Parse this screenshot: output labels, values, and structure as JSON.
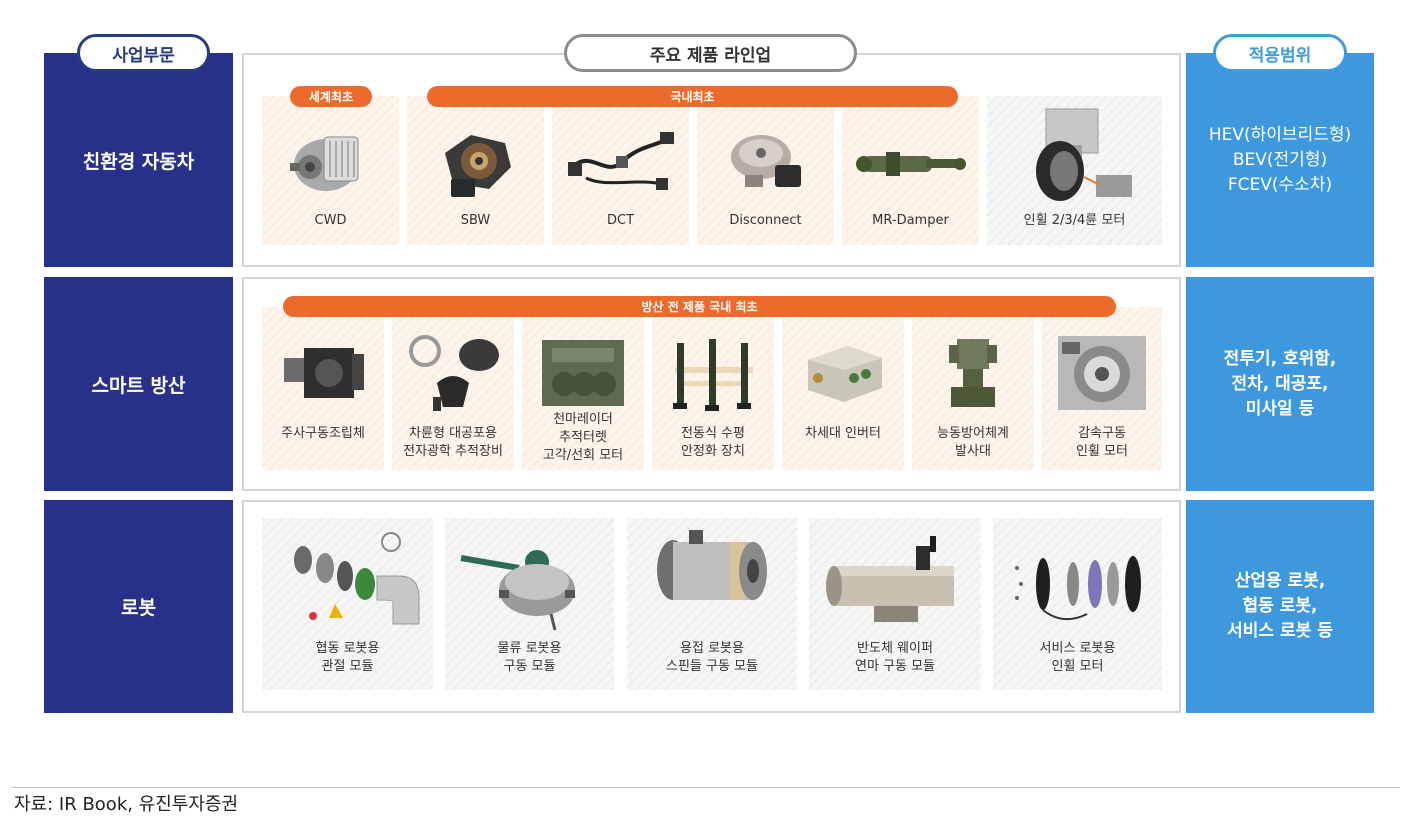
{
  "headers": {
    "division": "사업부문",
    "product_lineup": "주요 제품 라인업",
    "application": "적용범위"
  },
  "rows": [
    {
      "category": "친환경 자동차",
      "badges": [
        "세계최초",
        "국내최초"
      ],
      "products": [
        {
          "label": "CWD",
          "icon": "cwd-gearbox-icon"
        },
        {
          "label": "SBW",
          "icon": "sbw-actuator-icon"
        },
        {
          "label": "DCT",
          "icon": "dct-harness-icon"
        },
        {
          "label": "Disconnect",
          "icon": "disconnect-actuator-icon"
        },
        {
          "label": "MR-Damper",
          "icon": "mr-damper-icon"
        },
        {
          "label": "인휠 2/3/4륜 모터",
          "icon": "in-wheel-motor-icon"
        }
      ],
      "application": "HEV(하이브리드형)\nBEV(전기형)\nFCEV(수소차)"
    },
    {
      "category": "스마트 방산",
      "badges": [
        "방산 전 제품 국내 최초"
      ],
      "products": [
        {
          "label": "주사구동조립체",
          "icon": "scan-drive-assembly-icon"
        },
        {
          "label": "차륜형 대공포용\n전자광학 추적장비",
          "icon": "eo-tracking-equipment-icon"
        },
        {
          "label": "천마레이더\n추적터렛\n고각/선회 모터",
          "icon": "radar-turret-motor-icon"
        },
        {
          "label": "전동식 수평\n안정화 장치",
          "icon": "leveling-stabilizer-icon"
        },
        {
          "label": "차세대 인버터",
          "icon": "inverter-icon"
        },
        {
          "label": "능동방어체계\n발사대",
          "icon": "launcher-icon"
        },
        {
          "label": "감속구동\n인휠 모터",
          "icon": "reduction-in-wheel-motor-icon"
        }
      ],
      "application": "전투기, 호위함,\n전차, 대공포,\n미사일  등"
    },
    {
      "category": "로봇",
      "badges": [],
      "products": [
        {
          "label": "협동 로봇용\n관절 모듈",
          "icon": "robot-joint-module-icon"
        },
        {
          "label": "물류 로봇용\n구동 모듈",
          "icon": "logistics-drive-module-icon"
        },
        {
          "label": "용접 로봇용\n스핀들 구동 모듈",
          "icon": "spindle-drive-module-icon"
        },
        {
          "label": "반도체 웨이퍼\n연마 구동 모듈",
          "icon": "wafer-polishing-module-icon"
        },
        {
          "label": "서비스 로봇용\n인휠 모터",
          "icon": "service-in-wheel-motor-icon"
        }
      ],
      "application": "산업용 로봇,\n협동 로봇,\n서비스 로봇 등"
    }
  ],
  "source": "자료: IR Book, 유진투자증권",
  "colors": {
    "navy": "#28318a",
    "blue": "#3d98de",
    "orange": "#ec6a2a",
    "card_bg": "#fdf4ec"
  }
}
